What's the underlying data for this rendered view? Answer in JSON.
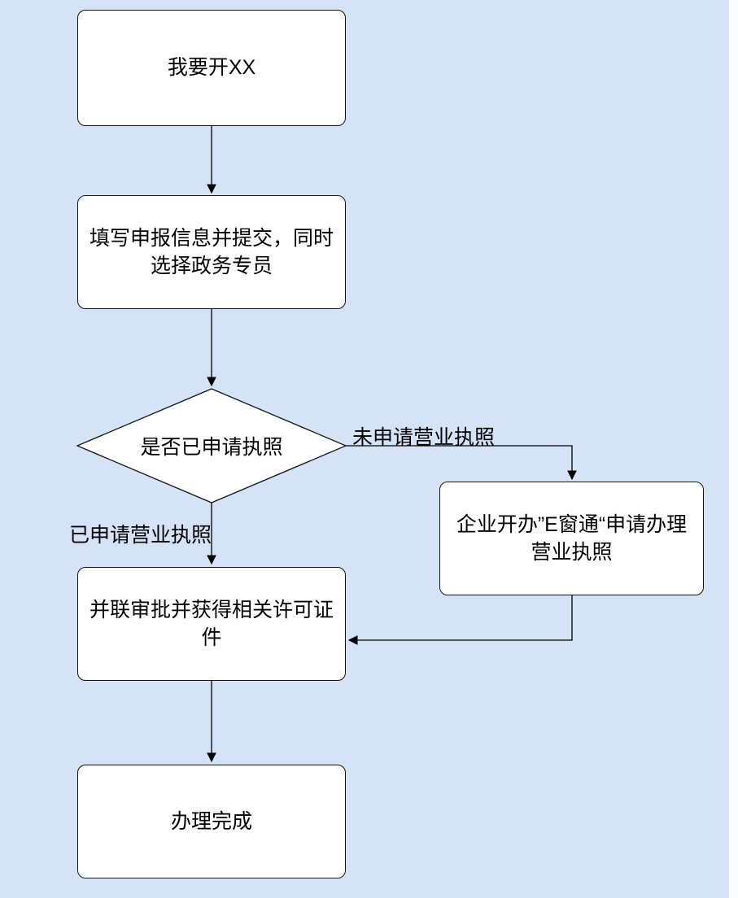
{
  "canvas": {
    "background_color": "#d5e3f7",
    "node_fill_color": "#ffffff",
    "node_border_color": "#141414",
    "line_color": "#000000"
  },
  "nodes": {
    "start": {
      "label": "我要开XX",
      "shape": "rounded-rect"
    },
    "fill": {
      "label": "填写申报信息并提交，同时\n选择政务专员",
      "shape": "rounded-rect"
    },
    "decision": {
      "label": "是否已申请执照",
      "shape": "diamond"
    },
    "ewindow": {
      "label": "企业开办”E窗通“申请办理\n营业执照",
      "shape": "rounded-rect"
    },
    "approval": {
      "label": "并联审批并获得相关许可证\n件",
      "shape": "rounded-rect"
    },
    "done": {
      "label": "办理完成",
      "shape": "rounded-rect"
    }
  },
  "edge_labels": {
    "not_applied": "未申请营业执照",
    "applied": "已申请营业执照"
  }
}
